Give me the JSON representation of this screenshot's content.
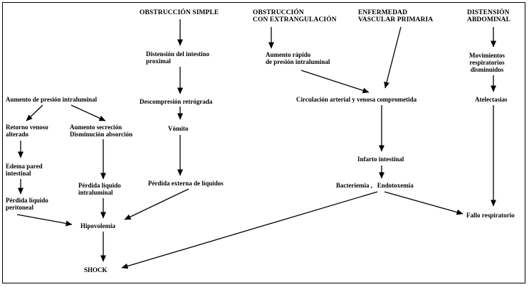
{
  "headers": {
    "simple": "OBSTRUCCIÓN SIMPLE",
    "extrangulacion": "OBSTRUCCIÓN\nCON EXTRANGULACIÓN",
    "vascular": "ENFERMEDAD\nVASCULAR PRIMARIA",
    "distension": "DISTENSIÓN\nABDOMINAL"
  },
  "nodes": {
    "distension_intestino": "Distensión del intestino\nproximal",
    "descompresion": "Descompresión retrógrada",
    "vomito": "Vómito",
    "perdida_externa": "Pérdida externa de líquidos",
    "aumento_presion_intraluminal": "Aumento de presión intraluminal",
    "retorno_venoso": "Retorno venoso\nalterado",
    "aumento_secrecion": "Aumento secreción\nDisminución absorción",
    "edema_pared": "Edema pared\nintestinal",
    "perdida_intraluminal": "Pérdida líquido\nintraluminal",
    "perdida_peritoneal": "Pérdida líquido\nperitoneal",
    "hipovolemia": "Hipovolemia",
    "shock": "SHOCK",
    "aumento_rapido": "Aumento rápido\nde presión intraluminal",
    "circulacion": "Circulación arterial y venosa comprometida",
    "infarto": "Infarto intestinal",
    "bacteriemia": "Bacteriemia ,   Endotoxemia",
    "movimientos": "Movimientos\nrespiratorios\ndisminuidos",
    "atelectasias": "Atelectasias",
    "fallo_respiratorio": "Fallo respiratorio"
  },
  "colors": {
    "ink": "#000000",
    "background": "#ffffff"
  }
}
